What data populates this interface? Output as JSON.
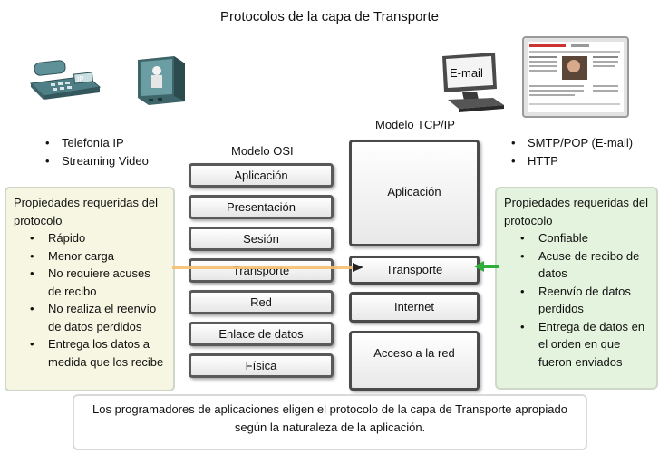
{
  "title": "Protocolos de la capa de Transporte",
  "left_apps": {
    "items": [
      "Telefonía IP",
      "Streaming Video"
    ],
    "phone_label": "IP"
  },
  "right_apps": {
    "items": [
      "SMTP/POP (E-mail)",
      "HTTP"
    ],
    "computer_label": "E-mail"
  },
  "osi": {
    "label": "Modelo OSI",
    "layers": [
      "Aplicación",
      "Presentación",
      "Sesión",
      "Transporte",
      "Red",
      "Enlace de datos",
      "Física"
    ]
  },
  "tcpip": {
    "label": "Modelo TCP/IP",
    "layers": [
      "Aplicación",
      "Transporte",
      "Internet",
      "Acceso a la red"
    ]
  },
  "left_panel": {
    "title": "Propiedades requeridas del protocolo",
    "items": [
      "Rápido",
      "Menor carga",
      "No requiere acuses de recibo",
      "No realiza el reenvío de datos perdidos",
      "Entrega los datos a medida que los recibe"
    ]
  },
  "right_panel": {
    "title": "Propiedades requeridas del protocolo",
    "items": [
      "Confiable",
      "Acuse de recibo de datos",
      "Reenvío de datos perdidos",
      "Entrega de datos en el orden en que fueron enviados"
    ]
  },
  "caption": {
    "line1": "Los programadores de aplicaciones eligen el protocolo de la capa de Transporte apropiado",
    "line2": "según la naturaleza de la aplicación."
  },
  "colors": {
    "udp_arrow": "#f5c070",
    "tcp_arrow": "#2fae3a",
    "left_panel_bg": "#f6f6e2",
    "right_panel_bg": "#e4f3dd"
  }
}
